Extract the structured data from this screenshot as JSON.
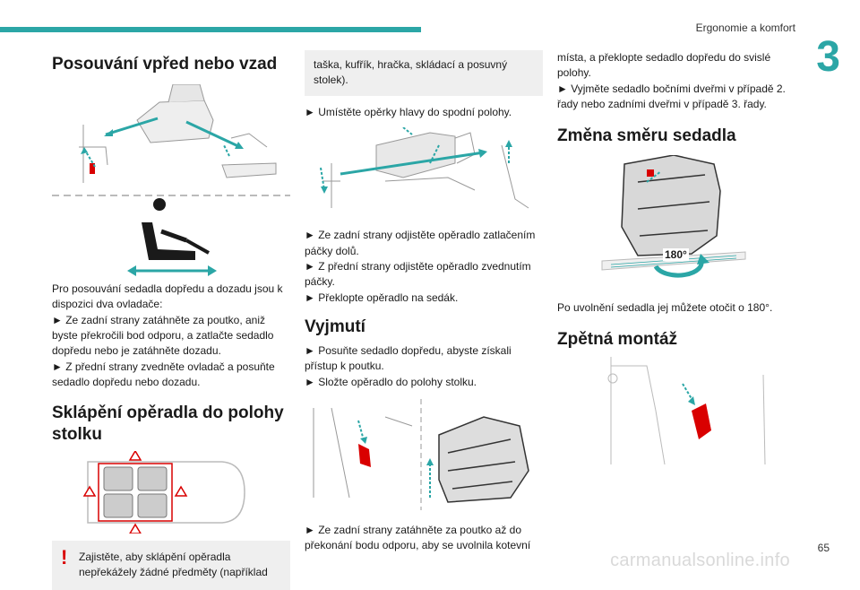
{
  "header": {
    "section_title": "Ergonomie a komfort",
    "chapter_number": "3",
    "page_number": "65"
  },
  "watermark": "carmanualsonline.info",
  "col1": {
    "heading1": "Posouvání vpřed nebo vzad",
    "text1": "Pro posouvání sedadla dopředu a dozadu jsou k dispozici dva ovladače:",
    "step1": "► Ze zadní strany zatáhněte za poutko, aniž byste překročili bod odporu, a zatlačte sedadlo dopředu nebo je zatáhněte dozadu.",
    "step2": "► Z přední strany zvedněte ovladač a posuňte sedadlo dopředu nebo dozadu.",
    "heading2": "Sklápění opěradla do polohy stolku",
    "warning": "Zajistěte, aby sklápění opěradla nepřekážely žádné předměty (například"
  },
  "col2": {
    "note_cont": "taška, kufřík, hračka, skládací a posuvný stolek).",
    "step1": "► Umístěte opěrky hlavy do spodní polohy.",
    "step2": "► Ze zadní strany odjistěte opěradlo zatlačením páčky dolů.",
    "step3": "► Z přední strany odjistěte opěradlo zvednutím páčky.",
    "step4": "► Překlopte opěradlo na sedák.",
    "heading": "Vyjmutí",
    "step5": "► Posuňte sedadlo dopředu, abyste získali přístup k poutku.",
    "step6": "► Složte opěradlo do polohy stolku.",
    "step7": "► Ze zadní strany zatáhněte za poutko až do překonání bodu odporu, aby se uvolnila kotevní"
  },
  "col3": {
    "text_cont": "místa, a překlopte sedadlo dopředu do svislé polohy.",
    "step1": "► Vyjměte sedadlo bočními dveřmi v případě 2. řady nebo zadními dveřmi v případě 3. řady.",
    "heading1": "Změna směru sedadla",
    "rotation_label": "180°",
    "text2": "Po uvolnění sedadla jej můžete otočit o 180°.",
    "heading2": "Zpětná montáž"
  },
  "colors": {
    "accent": "#2ba6a6",
    "warning": "#d90000",
    "panel": "#efefef"
  }
}
